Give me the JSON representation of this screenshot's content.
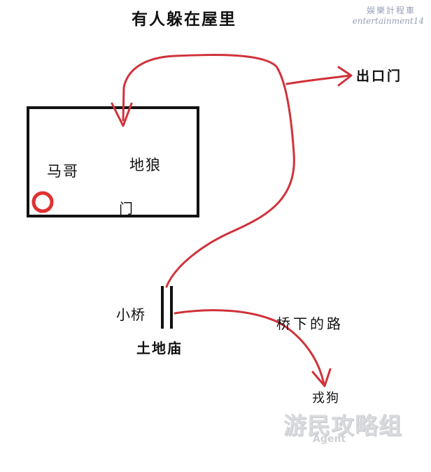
{
  "title": "有人躲在屋里",
  "watermark": {
    "chinese": "娱樂計程車",
    "english": "entertainment14",
    "brand": "游民攻略组",
    "brand_sub": "Agent"
  },
  "labels": {
    "exit_door": "出口门",
    "ma_ge": "马哥",
    "werewolf": "地狼",
    "door": "门",
    "small_bridge": "小桥",
    "earth_temple": "土地庙",
    "road_under_bridge": "桥下的路",
    "rongou": "戎狗"
  },
  "colors": {
    "path": "#d0323a",
    "box": "#111111",
    "marker": "#e03030"
  }
}
